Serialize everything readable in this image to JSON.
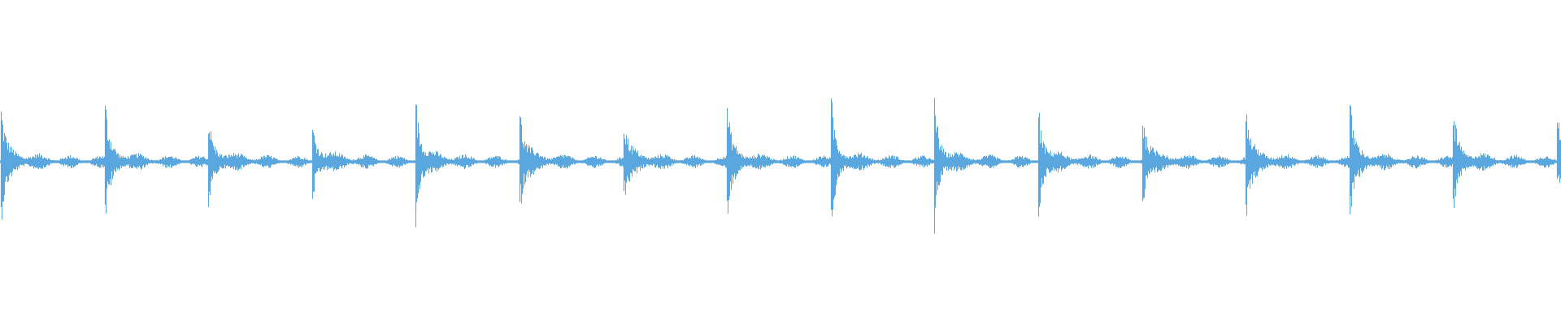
{
  "waveform": {
    "color": "#5aa7e0",
    "background": "#ffffff",
    "beat_count": 16,
    "transient_peaks": [
      0.62,
      0.66,
      0.43,
      0.36,
      0.77,
      0.59,
      0.43,
      0.6,
      0.7,
      0.78,
      0.6,
      0.55,
      0.62,
      0.66,
      0.56,
      0.5
    ],
    "transient_troughs": [
      0.7,
      0.66,
      0.45,
      0.38,
      0.78,
      0.62,
      0.45,
      0.6,
      0.74,
      0.8,
      0.65,
      0.6,
      0.66,
      0.67,
      0.57,
      0.25
    ],
    "sustain_level": 0.08
  }
}
